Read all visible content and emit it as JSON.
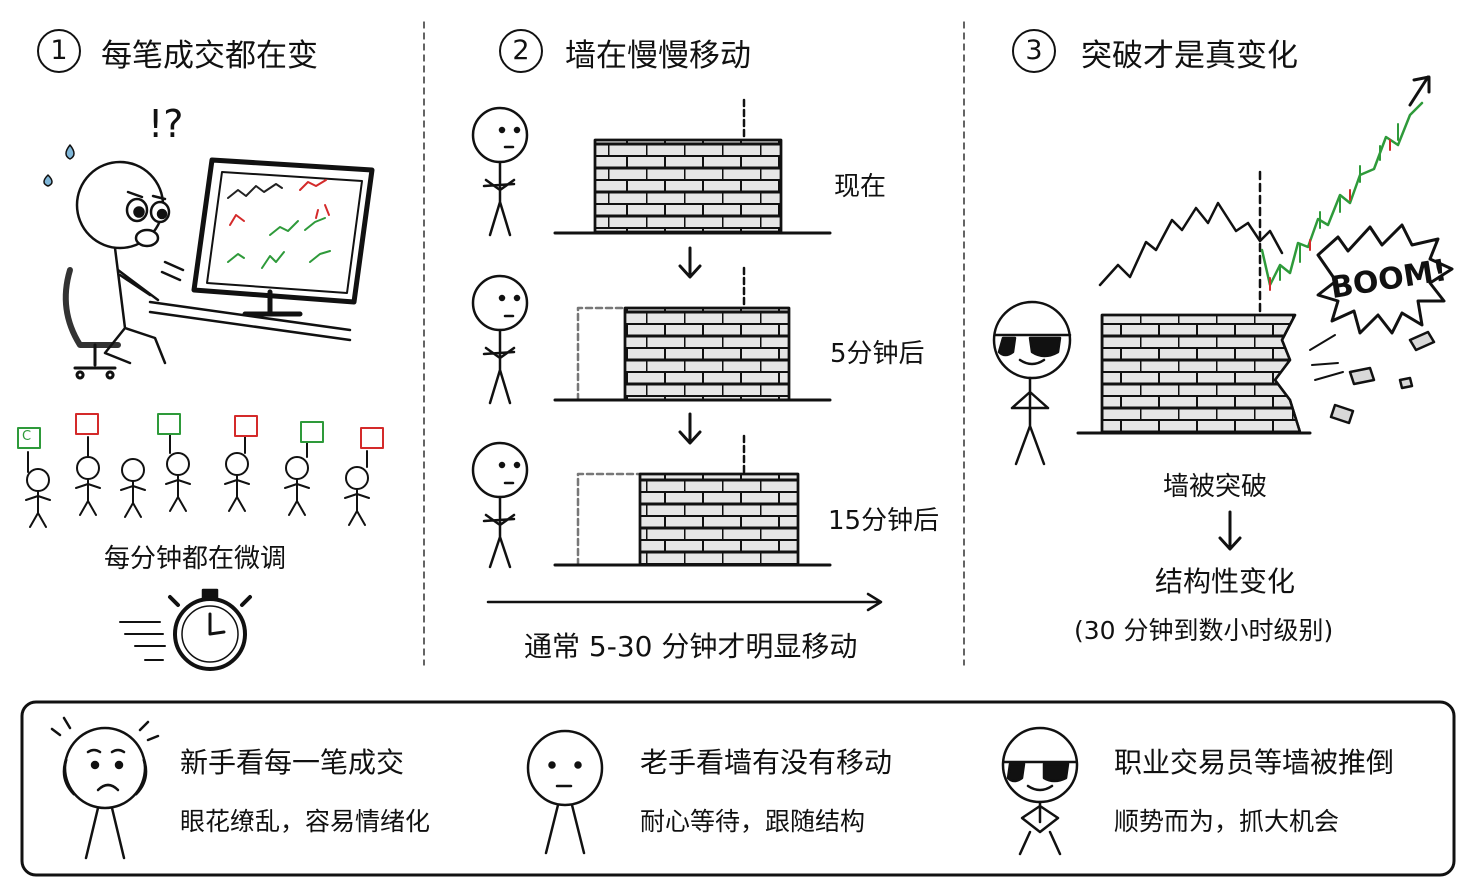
{
  "panels": [
    {
      "number": "1",
      "title": "每笔成交都在变",
      "caption": "每分钟都在微调",
      "exclaim": "!?",
      "flag_letter": "C"
    },
    {
      "number": "2",
      "title": "墙在慢慢移动",
      "rows": [
        {
          "label": "现在"
        },
        {
          "label": "5分钟后"
        },
        {
          "label": "15分钟后"
        }
      ],
      "caption": "通常 5-30 分钟才明显移动"
    },
    {
      "number": "3",
      "title": "突破才是真变化",
      "boom": "BOOM!",
      "broken_label": "墙被突破",
      "result": "结构性变化",
      "result_note": "(30 分钟到数小时级别)"
    }
  ],
  "bottom": [
    {
      "title": "新手看每一笔成交",
      "subtitle": "眼花缭乱，容易情绪化"
    },
    {
      "title": "老手看墙有没有移动",
      "subtitle": "耐心等待，跟随结构"
    },
    {
      "title": "职业交易员等墙被推倒",
      "subtitle": "顺势而为，抓大机会"
    }
  ],
  "colors": {
    "green": "#2e9a3a",
    "red": "#d42a2a",
    "ink": "#111111",
    "brick": "#e6e6e6"
  }
}
